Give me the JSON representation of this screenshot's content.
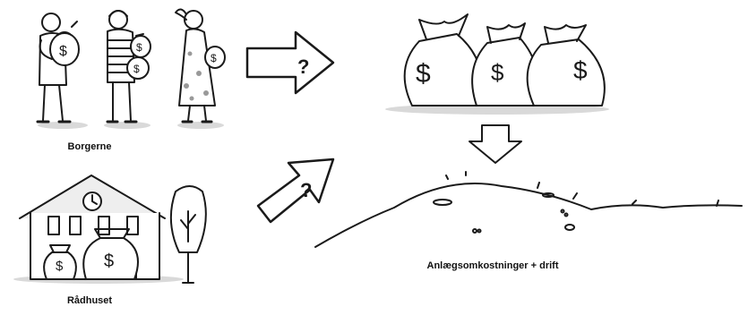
{
  "labels": {
    "citizens": "Borgerne",
    "townhall": "Rådhuset",
    "costs": "Anlægsomkostninger + drift"
  },
  "arrows": {
    "right_arrow_mark": "?",
    "diagonal_arrow_mark": "?",
    "down_arrow_mark": ""
  },
  "money_symbol": "$",
  "colors": {
    "ink": "#1a1a1a",
    "skin": "#ffffff",
    "shadow": "#d9d9d9",
    "roof_shadow": "#eeeeee"
  }
}
